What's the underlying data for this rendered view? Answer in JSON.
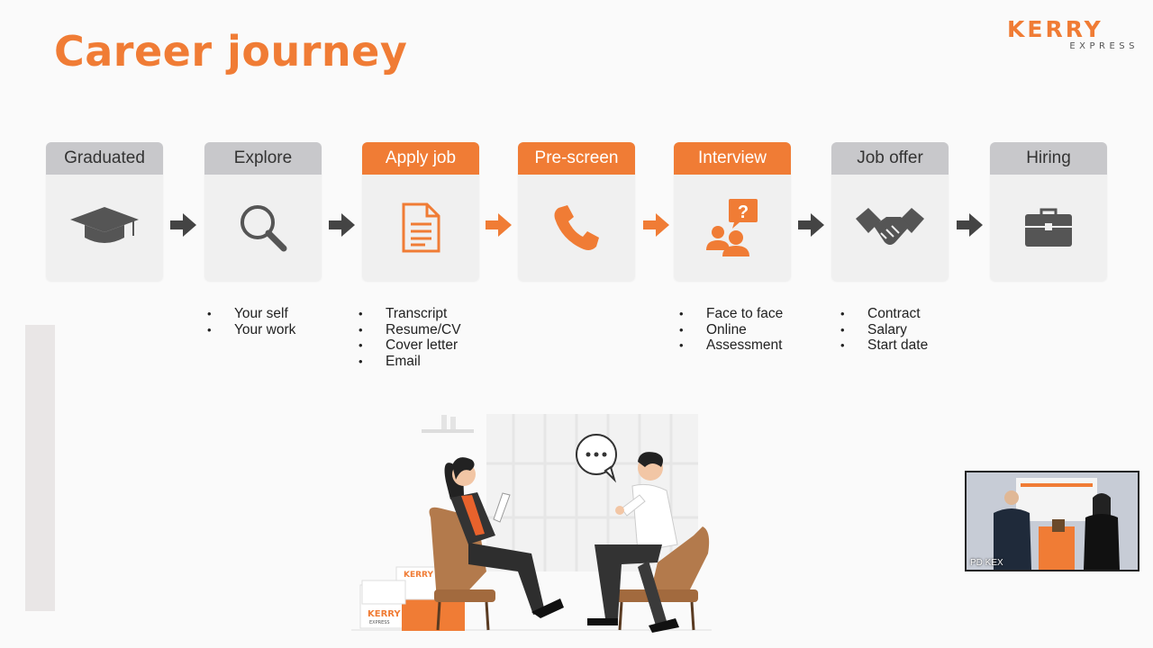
{
  "slide": {
    "title": "Career journey",
    "brand": {
      "name": "KERRY",
      "sub": "EXPRESS"
    }
  },
  "colors": {
    "accent": "#f07c35",
    "inactive_header": "#c8c8cb",
    "card_bg": "#f0f0f0"
  },
  "steps": [
    {
      "label": "Graduated",
      "active": false,
      "icon": "graduation-cap-icon"
    },
    {
      "label": "Explore",
      "active": false,
      "icon": "magnifier-icon"
    },
    {
      "label": "Apply job",
      "active": true,
      "icon": "document-icon"
    },
    {
      "label": "Pre-screen",
      "active": true,
      "icon": "phone-icon"
    },
    {
      "label": "Interview",
      "active": true,
      "icon": "people-question-icon"
    },
    {
      "label": "Job offer",
      "active": false,
      "icon": "handshake-icon"
    },
    {
      "label": "Hiring",
      "active": false,
      "icon": "briefcase-icon"
    }
  ],
  "details": {
    "explore": [
      "Your self",
      "Your work"
    ],
    "apply": [
      "Transcript",
      "Resume/CV",
      "Cover letter",
      "Email"
    ],
    "interview": [
      "Face to face",
      "Online",
      "Assessment"
    ],
    "offer": [
      "Contract",
      "Salary",
      "Start date"
    ]
  },
  "illustration": {
    "box_brand": "KERRY",
    "box_sub": "EXPRESS"
  },
  "video": {
    "participant": "PD KEX"
  }
}
